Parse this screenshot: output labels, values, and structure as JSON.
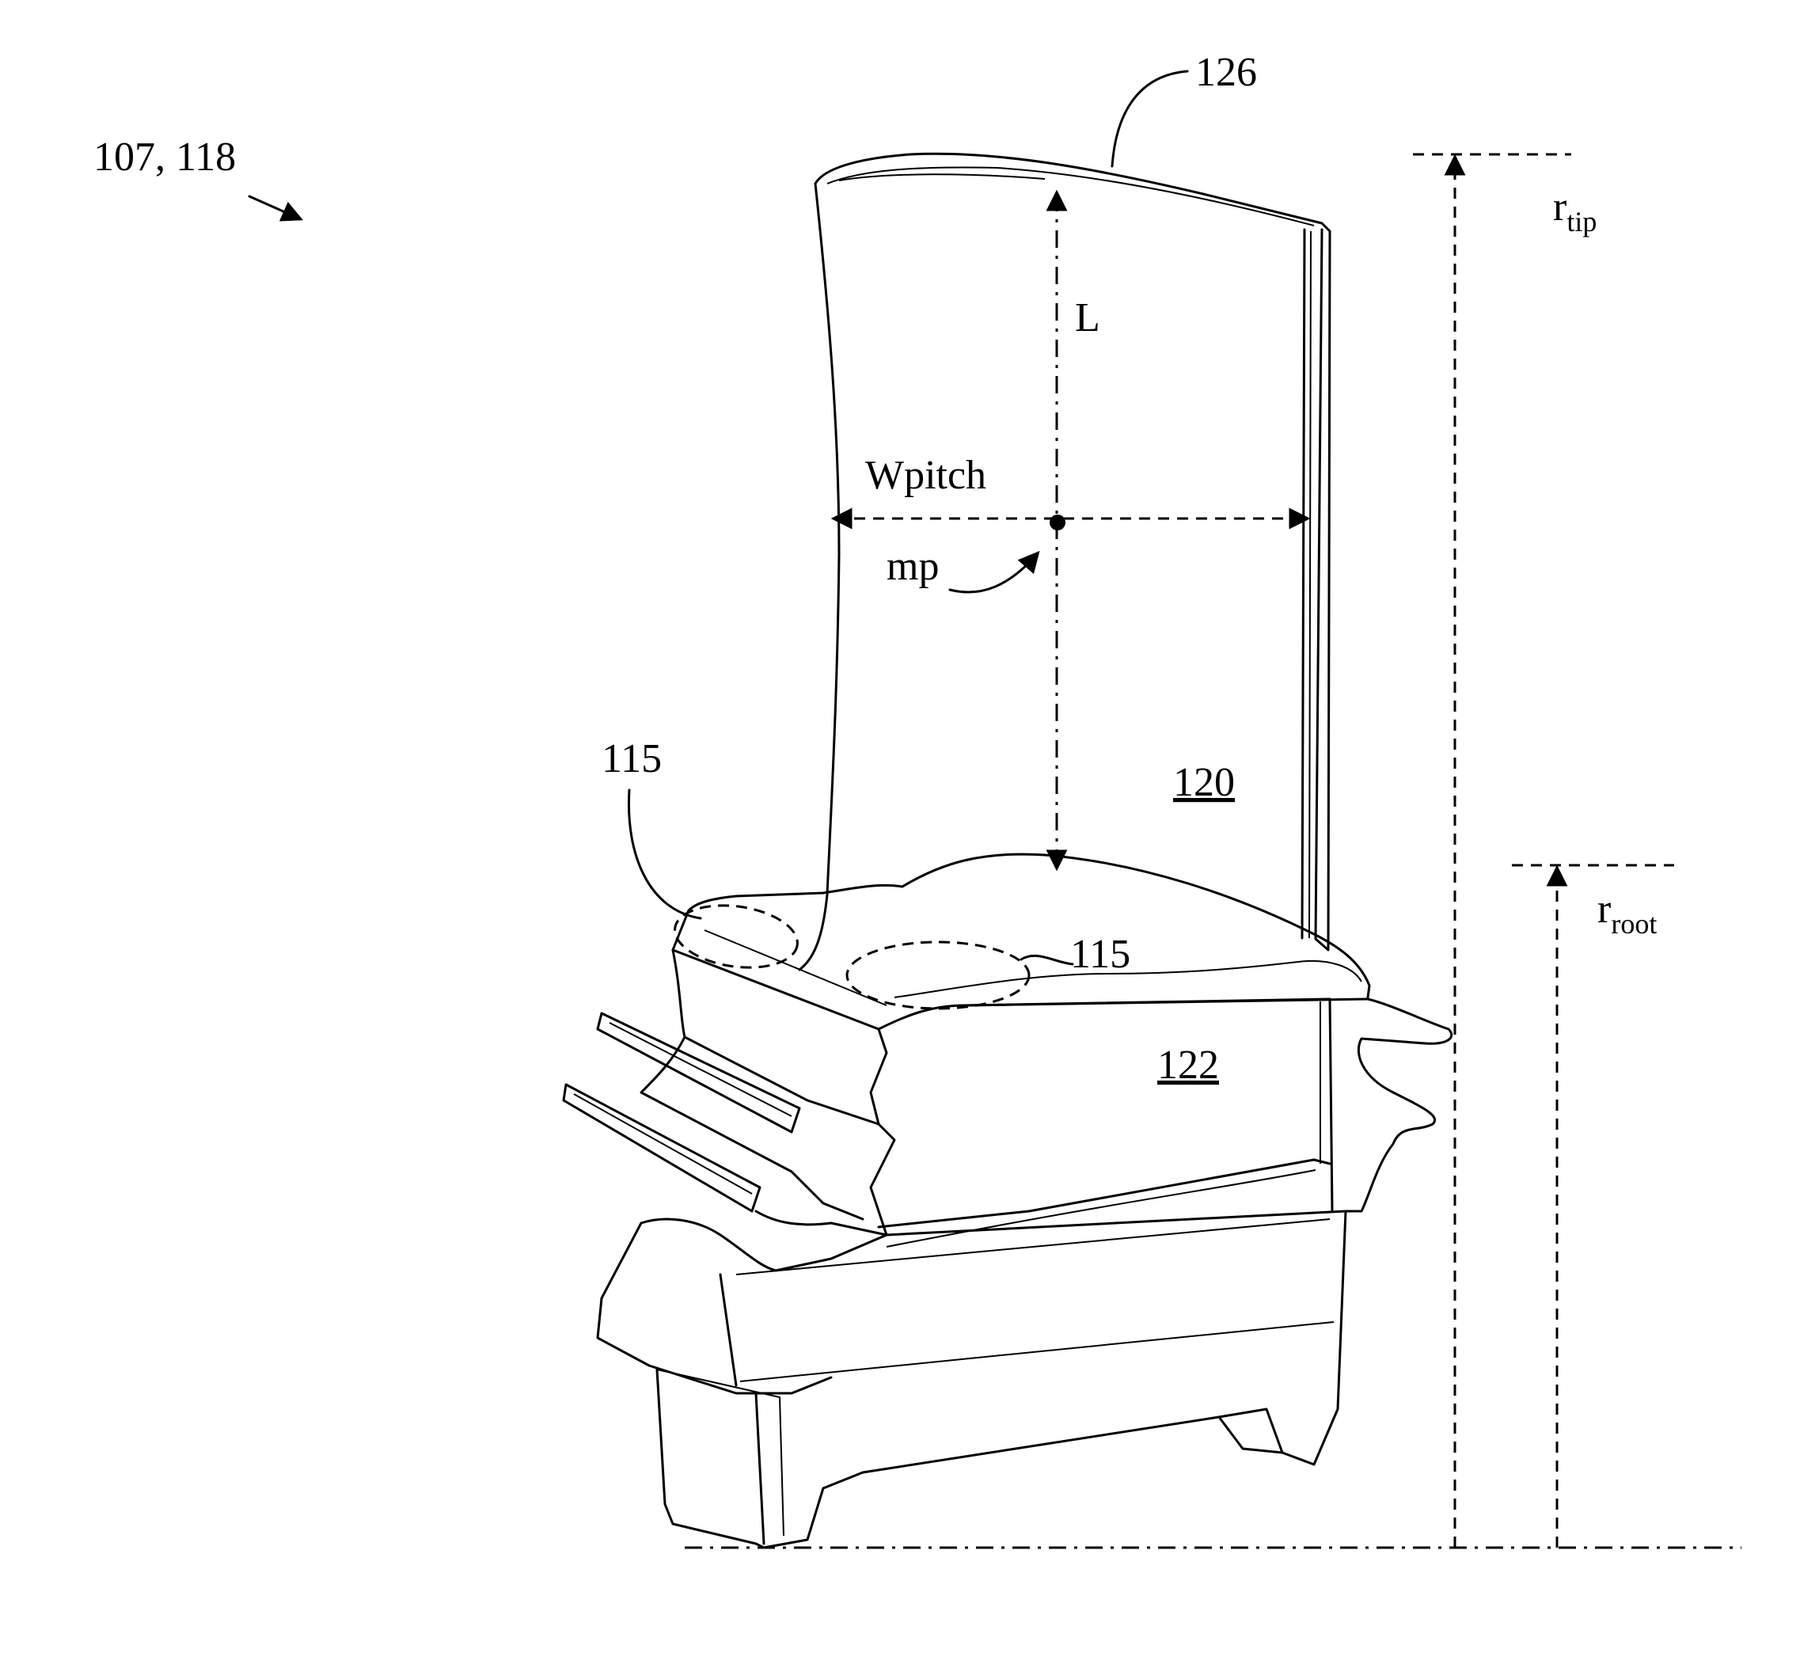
{
  "figure": {
    "ref_blade": "107, 118",
    "ref_tip": "126",
    "ref_span": "L",
    "ref_pitch": "Wpitch",
    "ref_midpoint": "mp",
    "ref_region_left": "115",
    "ref_region_right": "115",
    "ref_airfoil": "120",
    "ref_platform": "122",
    "r_tip_main": "r",
    "r_tip_sub": "tip",
    "r_root_main": "r",
    "r_root_sub": "root"
  }
}
